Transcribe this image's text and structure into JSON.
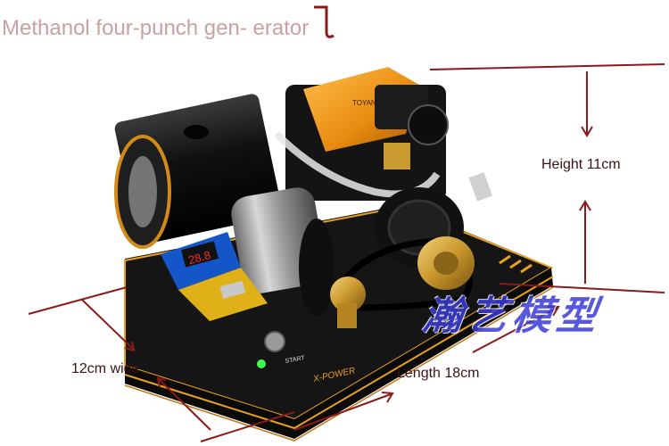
{
  "title": "Methanol four-punch gen- erator",
  "dimensions": {
    "height_label": "Height 11cm",
    "width_label": "12cm wide",
    "length_label": "Length 18cm"
  },
  "product": {
    "brand_text": "X-POWER",
    "start_text": "START",
    "display_reading": "28.8"
  },
  "watermark": "瀚艺模型",
  "colors": {
    "accent_orange": "#e8a020",
    "arrow_red": "#8b1a1a",
    "title_pink": "#c9a1a1",
    "watermark_blue": "#3b3bd6"
  }
}
